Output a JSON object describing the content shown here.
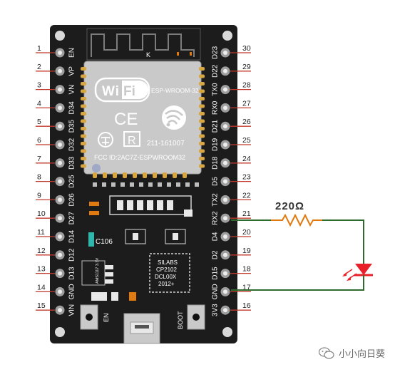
{
  "board": {
    "module": {
      "wifi_logo": "WiFi",
      "model": "ESP-WROOM-32",
      "ce_mark": "CE",
      "r_mark": "R",
      "cert_number": "211-161007",
      "fcc_id": "FCC ID:2AC7Z-ESPWROOM32",
      "antenna_label": "K"
    },
    "cap_label": "C106",
    "usb_chip": {
      "line1": "SILABS",
      "line2": "CP2102",
      "line3": "DCL00X",
      "line4": "2012+"
    },
    "regulator_text": "AMS1117 3.3V",
    "buttons": {
      "en": "EN",
      "boot": "BOOT"
    }
  },
  "left_pins": [
    {
      "num": "1",
      "label": "EN"
    },
    {
      "num": "2",
      "label": "VP"
    },
    {
      "num": "3",
      "label": "VN"
    },
    {
      "num": "4",
      "label": "D34"
    },
    {
      "num": "5",
      "label": "D35"
    },
    {
      "num": "6",
      "label": "D32"
    },
    {
      "num": "7",
      "label": "D33"
    },
    {
      "num": "8",
      "label": "D25"
    },
    {
      "num": "9",
      "label": "D26"
    },
    {
      "num": "10",
      "label": "D27"
    },
    {
      "num": "11",
      "label": "D14"
    },
    {
      "num": "12",
      "label": "D12"
    },
    {
      "num": "13",
      "label": "D13"
    },
    {
      "num": "14",
      "label": "GND"
    },
    {
      "num": "15",
      "label": "VIN"
    }
  ],
  "right_pins": [
    {
      "num": "30",
      "label": "D23"
    },
    {
      "num": "29",
      "label": "D22"
    },
    {
      "num": "28",
      "label": "TX0"
    },
    {
      "num": "27",
      "label": "RX0"
    },
    {
      "num": "26",
      "label": "D21"
    },
    {
      "num": "25",
      "label": "D19"
    },
    {
      "num": "24",
      "label": "D18"
    },
    {
      "num": "23",
      "label": "D5"
    },
    {
      "num": "22",
      "label": "TX2"
    },
    {
      "num": "21",
      "label": "RX2"
    },
    {
      "num": "20",
      "label": "D4"
    },
    {
      "num": "19",
      "label": "D2"
    },
    {
      "num": "18",
      "label": "D15"
    },
    {
      "num": "17",
      "label": "GND"
    },
    {
      "num": "16",
      "label": "3V3"
    }
  ],
  "circuit": {
    "resistor_label": "220Ω"
  },
  "watermark": {
    "text": "小小向日葵"
  },
  "colors": {
    "board": "#1c1c1c",
    "module": "#c9c9c9",
    "led": "#e8202a",
    "wire": "#2f6b2c",
    "resistor": "#e07a10",
    "pin_ring": "#9e9e9e"
  }
}
